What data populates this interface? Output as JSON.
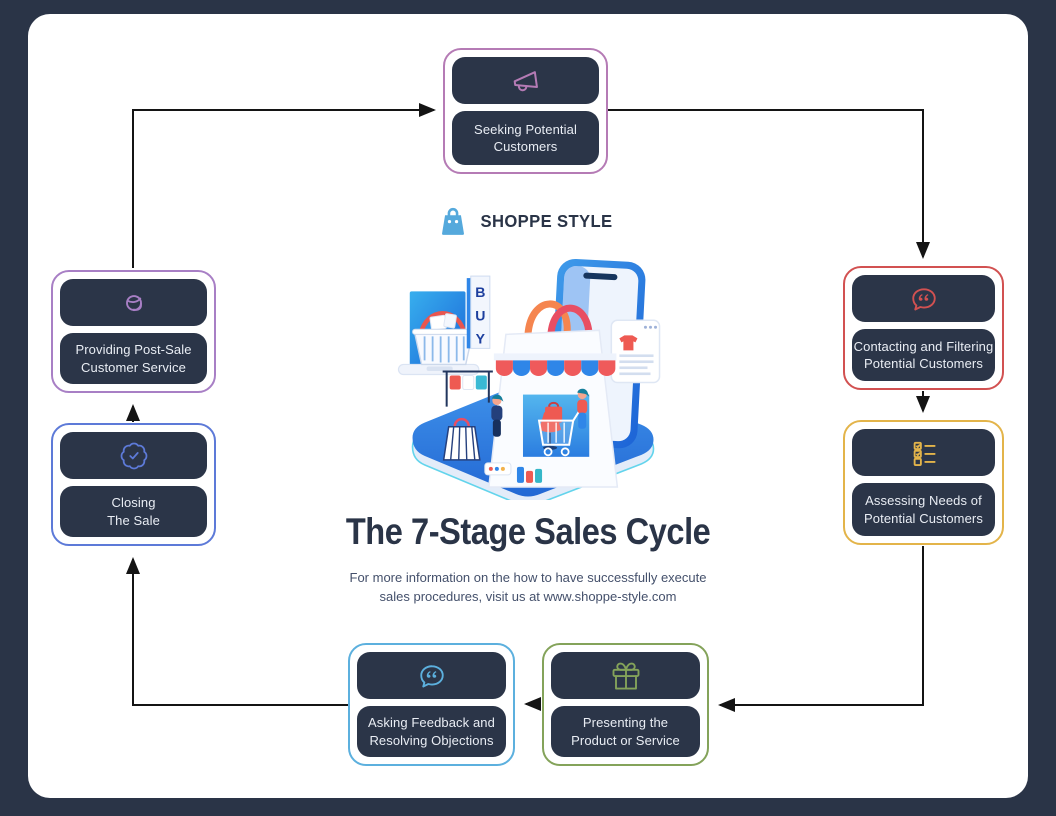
{
  "brand": {
    "name": "SHOPPE STYLE"
  },
  "center": {
    "title": "The 7-Stage Sales Cycle",
    "subtitle": "For more information on the how to have successfully execute\nsales procedures, visit us at www.shoppe-style.com"
  },
  "colors": {
    "frame": "#2a3447",
    "card": "#ffffff",
    "tile": "#2b3548",
    "arrow": "#141414",
    "logo_blue": "#55a9dc",
    "title_text": "#2a3447",
    "subtitle_text": "#44506b",
    "label_text": "#e9edf4"
  },
  "stages": [
    {
      "name": "seeking-potential-customers",
      "label": "Seeking Potential\nCustomers",
      "accent": "#b57bb5",
      "icon": "megaphone-icon"
    },
    {
      "name": "contacting-filtering-potential-customers",
      "label": "Contacting and Filtering\nPotential Customers",
      "accent": "#d25151",
      "icon": "quote-bubble-icon"
    },
    {
      "name": "assessing-needs-of-potential-customers",
      "label": "Assessing Needs of\nPotential Customers",
      "accent": "#e3b44a",
      "icon": "checklist-icon"
    },
    {
      "name": "presenting-product-or-service",
      "label": "Presenting the\nProduct or Service",
      "accent": "#84a35a",
      "icon": "gift-icon"
    },
    {
      "name": "asking-feedback-resolving-objections",
      "label": "Asking Feedback and\nResolving Objections",
      "accent": "#5cb0de",
      "icon": "quote-bubble-icon"
    },
    {
      "name": "closing-the-sale",
      "label": "Closing\nThe Sale",
      "accent": "#5d7ad8",
      "icon": "badge-check-icon"
    },
    {
      "name": "providing-post-sale-customer-service",
      "label": "Providing Post-Sale\nCustomer Service",
      "accent": "#a87fc5",
      "icon": "support-agent-icon"
    }
  ]
}
